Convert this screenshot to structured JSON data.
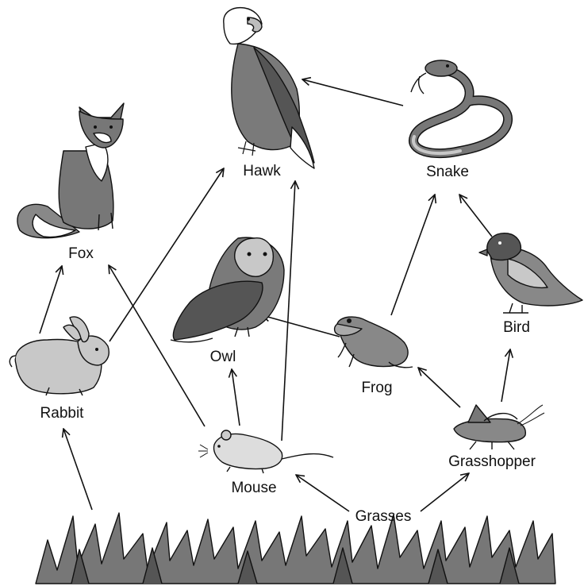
{
  "organisms": {
    "hawk": "Hawk",
    "snake": "Snake",
    "fox": "Fox",
    "rabbit": "Rabbit",
    "owl": "Owl",
    "frog": "Frog",
    "bird": "Bird",
    "mouse": "Mouse",
    "grasshopper": "Grasshopper",
    "grasses": "Grasses"
  },
  "relations": [
    {
      "from": "snake",
      "to": "hawk"
    },
    {
      "from": "rabbit",
      "to": "fox"
    },
    {
      "from": "rabbit",
      "to": "hawk"
    },
    {
      "from": "mouse",
      "to": "fox"
    },
    {
      "from": "mouse",
      "to": "owl"
    },
    {
      "from": "mouse",
      "to": "hawk"
    },
    {
      "from": "frog",
      "to": "owl"
    },
    {
      "from": "frog",
      "to": "snake"
    },
    {
      "from": "bird",
      "to": "snake"
    },
    {
      "from": "grasshopper",
      "to": "frog"
    },
    {
      "from": "grasshopper",
      "to": "bird"
    },
    {
      "from": "grasses",
      "to": "mouse"
    },
    {
      "from": "grasses",
      "to": "grasshopper"
    },
    {
      "from": "grasses",
      "to": "rabbit"
    }
  ],
  "colors": {
    "ink": "#111111",
    "dark_gray": "#555555",
    "mid_gray": "#7a7a7a",
    "light_gray": "#c8c8c8",
    "white": "#ffffff"
  }
}
